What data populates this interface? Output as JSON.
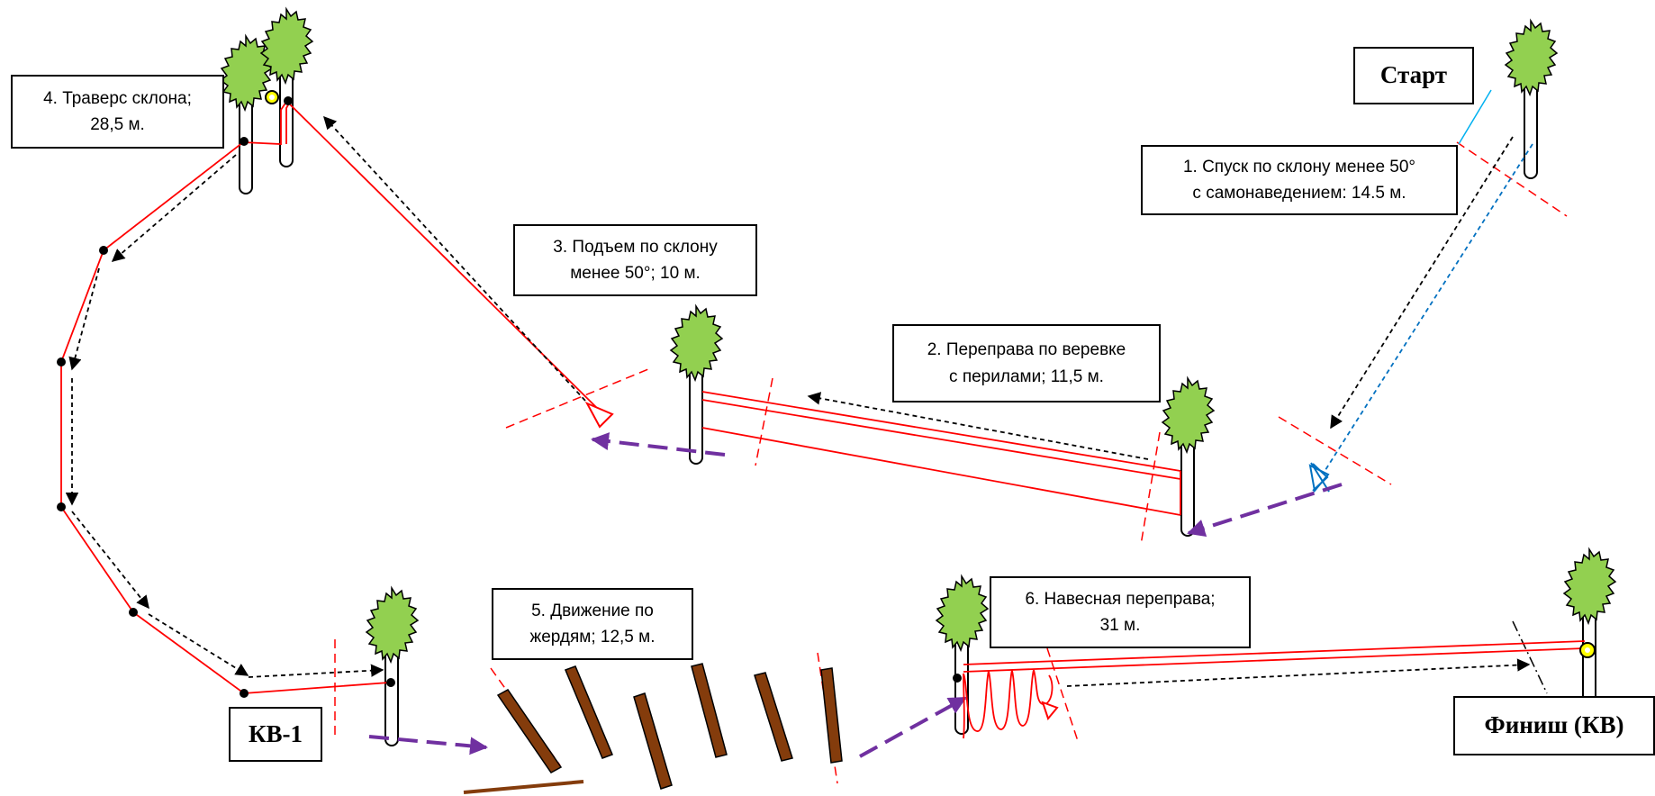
{
  "stages": {
    "stage1": {
      "line1": "1. Спуск по склону менее 50°",
      "line2": "с самонаведением: 14.5 м."
    },
    "stage2": {
      "line1": "2. Переправа по веревке",
      "line2": "с перилами; 11,5 м."
    },
    "stage3": {
      "line1": "3. Подъем по склону",
      "line2": "менее 50°; 10 м."
    },
    "stage4": {
      "line1": "4. Траверс склона;",
      "line2": "28,5 м."
    },
    "stage5": {
      "line1": "5. Движение по",
      "line2": "жердям; 12,5 м."
    },
    "stage6": {
      "line1": "6. Навесная переправа;",
      "line2": "31 м."
    }
  },
  "labels": {
    "start": "Старт",
    "kv1": "КВ-1",
    "finish": "Финиш (КВ)"
  },
  "colors": {
    "rope": "#ff0000",
    "path_arrow": "#000000",
    "movement_arrow": "#7030a0",
    "self_belay": "#0070c0",
    "tree_crown": "#92d050",
    "pole": "#8b4513",
    "highlight": "#ffff00"
  }
}
